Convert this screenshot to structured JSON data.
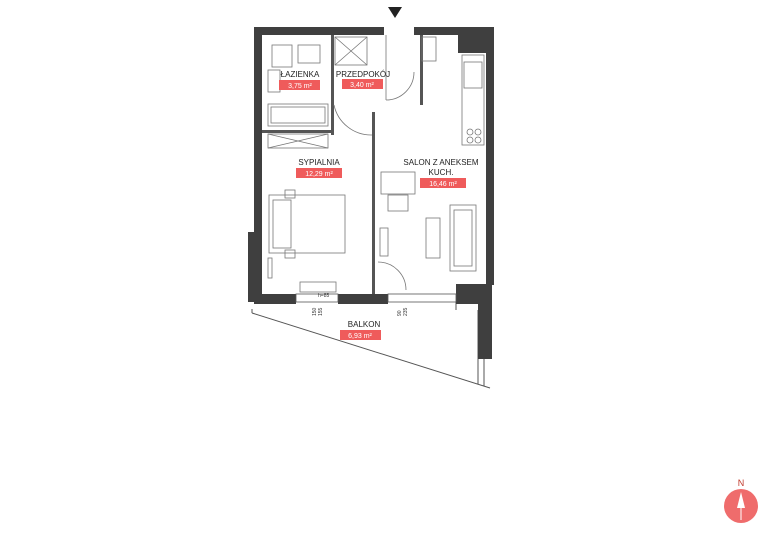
{
  "rooms": {
    "lazienka": {
      "name": "ŁAZIENKA",
      "area": "3,75 m²"
    },
    "przedpokoj": {
      "name": "PRZEDPOKÓJ",
      "area": "3,40 m²"
    },
    "sypialnia": {
      "name": "SYPIALNIA",
      "area": "12,29 m²"
    },
    "salon": {
      "name_line1": "SALON Z ANEKSEM",
      "name_line2": "KUCH.",
      "area": "16,46 m²"
    },
    "balkon": {
      "name": "BALKON",
      "area": "6,93 m²"
    }
  },
  "window_dims": {
    "sypialnia_window": {
      "w": "150",
      "h": "155"
    },
    "sill": "h=85",
    "salon_window": {
      "w": "90",
      "h": "235"
    }
  },
  "compass": {
    "label": "N"
  },
  "colors": {
    "wall": "#3f3f3f",
    "area_badge": "#ef5b5b",
    "compass": "#ef6c6c",
    "furniture": "#777777"
  },
  "icons": [
    "entrance-arrow-icon",
    "north-compass-icon"
  ]
}
